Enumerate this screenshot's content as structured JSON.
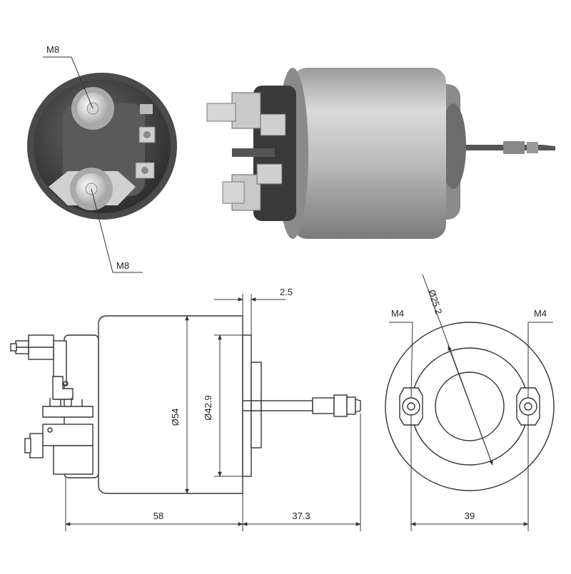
{
  "labels": {
    "thread_top": "M8",
    "thread_bottom": "M8",
    "dim_plunger_gap": "2.5",
    "dim_bolt_circle": "Ø25.2",
    "thread_left_terminal": "M4",
    "thread_right_terminal": "M4",
    "dim_body_diameter": "Ø54",
    "dim_flange_diameter": "Ø42.9",
    "dim_body_length": "58",
    "dim_shaft_length": "37.3",
    "dim_terminal_spacing": "39"
  },
  "colors": {
    "line": "#333333",
    "metal_light": "#e4e4e4",
    "metal_mid": "#b8b8b8",
    "metal_dark": "#6f6f6f",
    "cap_dark": "#3c3c3c",
    "copper": "#d9c8a8"
  }
}
